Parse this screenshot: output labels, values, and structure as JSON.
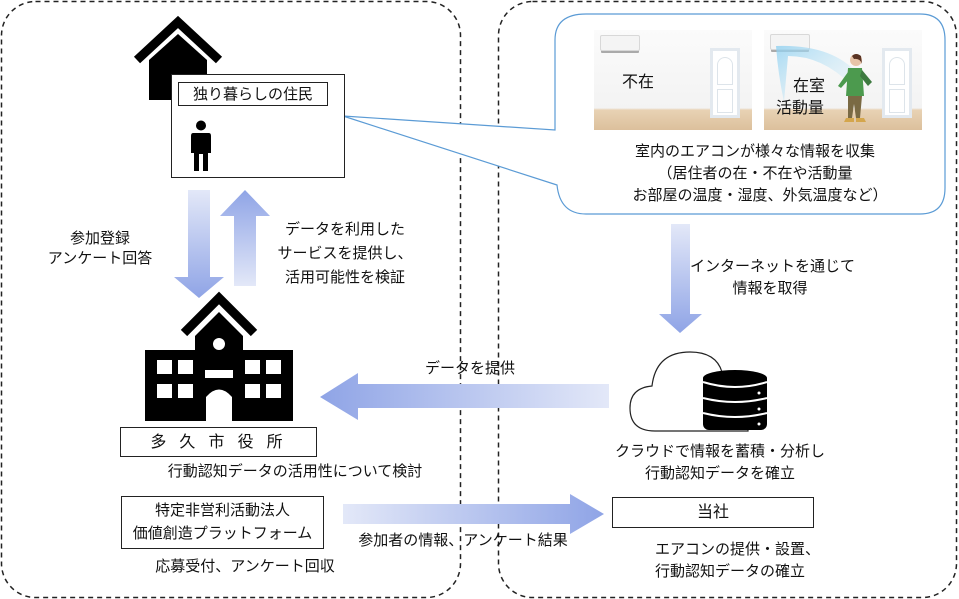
{
  "left_panel": {
    "resident_label": "独り暮らしの住民",
    "left_arrow_caption": [
      "参加登録",
      "アンケート回答"
    ],
    "right_arrow_caption": [
      "データを利用した",
      "サービスを提供し、",
      "活用可能性を検証"
    ],
    "city_hall_label": "多 久 市 役 所",
    "city_hall_caption": "行動認知データの活用性について検討",
    "npo_label": [
      "特定非営利活動法人",
      "価値創造プラットフォーム"
    ],
    "npo_caption": "応募受付、アンケート回収"
  },
  "right_panel": {
    "room_absent_label": "不在",
    "room_present_label": [
      "在室",
      "活動量"
    ],
    "callout_text": [
      "室内のエアコンが様々な情報を収集",
      "（居住者の在・不在や活動量",
      "お部屋の温度・湿度、外気温度など）"
    ],
    "internet_arrow_caption": [
      "インターネットを通じて",
      "情報を取得"
    ],
    "cloud_caption": [
      "クラウドで情報を蓄積・分析し",
      "行動認知データを確立"
    ],
    "company_label": "当社",
    "company_caption": [
      "エアコンの提供・設置、",
      "行動認知データの確立"
    ]
  },
  "flows": {
    "data_provide_label": "データを提供",
    "participant_info_label": "参加者の情報、アンケート結果"
  },
  "colors": {
    "arrow_dark": "#93a7e6",
    "arrow_light": "#dfe5f7",
    "callout_border": "#5b9bd5",
    "panel_border": "#222222"
  }
}
